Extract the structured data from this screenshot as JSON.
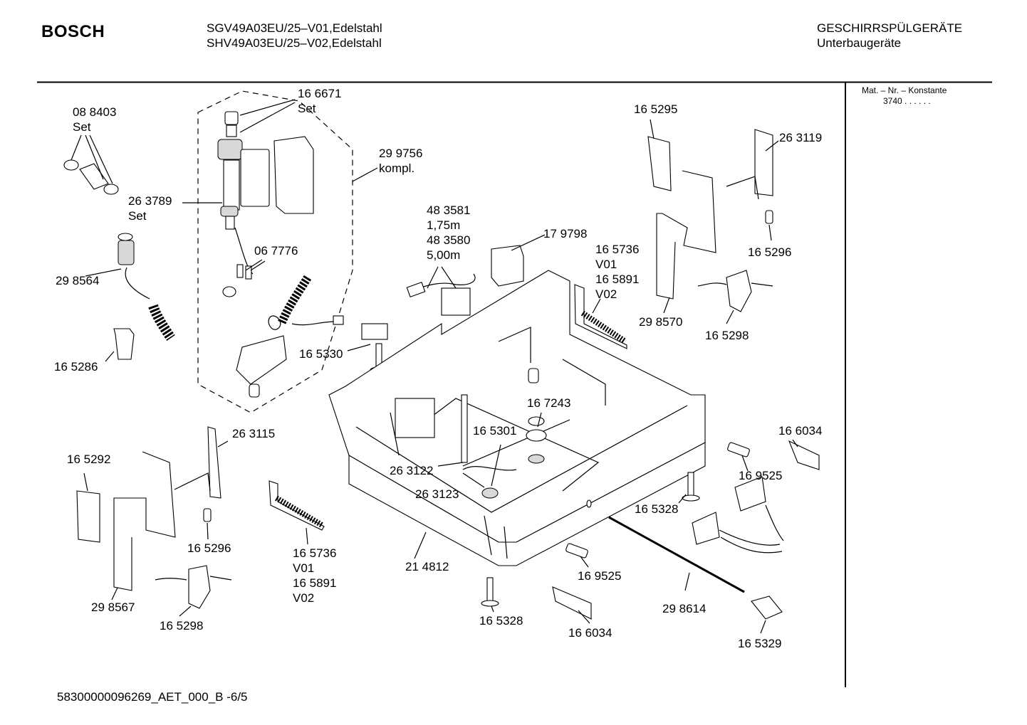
{
  "header": {
    "brand": "BOSCH",
    "model_line1": "SGV49A03EU/25–V01,Edelstahl",
    "model_line2": "SHV49A03EU/25–V02,Edelstahl",
    "category_line1": "GESCHIRRSPÜLGERÄTE",
    "category_line2": "Unterbaugeräte"
  },
  "side_panel": {
    "title": "Mat. – Nr. – Konstante",
    "value": "3740  .  .  .  .  .  ."
  },
  "footer": {
    "doc_id": "58300000096269_AET_000_B  -6/5"
  },
  "labels": {
    "l01": "08 8403\nSet",
    "l02": "16 6671\nSet",
    "l03": "29 9756\nkompl.",
    "l04": "26 3789\nSet",
    "l05": "29 8564",
    "l06": "06 7776",
    "l07": "16 5286",
    "l08": "16 5330",
    "l09": "48 3581\n1,75m\n48 3580\n5,00m",
    "l10": "17 9798",
    "l11": "16 5295",
    "l12": "26 3119",
    "l13": "16 5296",
    "l14": "16 5736\nV01\n16 5891\nV02",
    "l15": "29 8570",
    "l16": "16 5298",
    "l17": "26 3115",
    "l18": "16 5292",
    "l19": "16 7243",
    "l20": "16 5301",
    "l21": "26 3122",
    "l22": "26 3123",
    "l23": "16 6034",
    "l24": "16 9525",
    "l25": "16 5328",
    "l26": "16 5296",
    "l27": "16 5736\nV01\n16 5891\nV02",
    "l28": "21 4812",
    "l29": "16 9525",
    "l30": "29 8567",
    "l31": "16 5298",
    "l32": "16 5328",
    "l33": "16 6034",
    "l34": "29 8614",
    "l35": "16 5329"
  }
}
